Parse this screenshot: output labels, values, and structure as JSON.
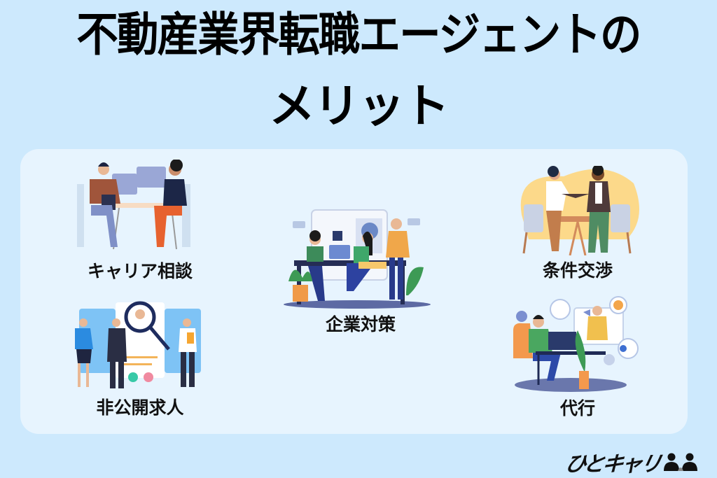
{
  "title": {
    "line1": "不動産業界転職エージェントの",
    "line2": "メリット"
  },
  "merits": [
    {
      "label": "キャリア相談",
      "icon": "career-consultation-illustration"
    },
    {
      "label": "非公開求人",
      "icon": "private-job-listings-illustration"
    },
    {
      "label": "企業対策",
      "icon": "company-preparation-illustration"
    },
    {
      "label": "条件交渉",
      "icon": "condition-negotiation-illustration"
    },
    {
      "label": "代行",
      "icon": "proxy-service-illustration"
    }
  ],
  "logo": {
    "text": "ひとキャリ",
    "icon": "people-icon"
  },
  "colors": {
    "background": "#cde9fd",
    "panel": "#e7f4fe",
    "text": "#000000"
  }
}
